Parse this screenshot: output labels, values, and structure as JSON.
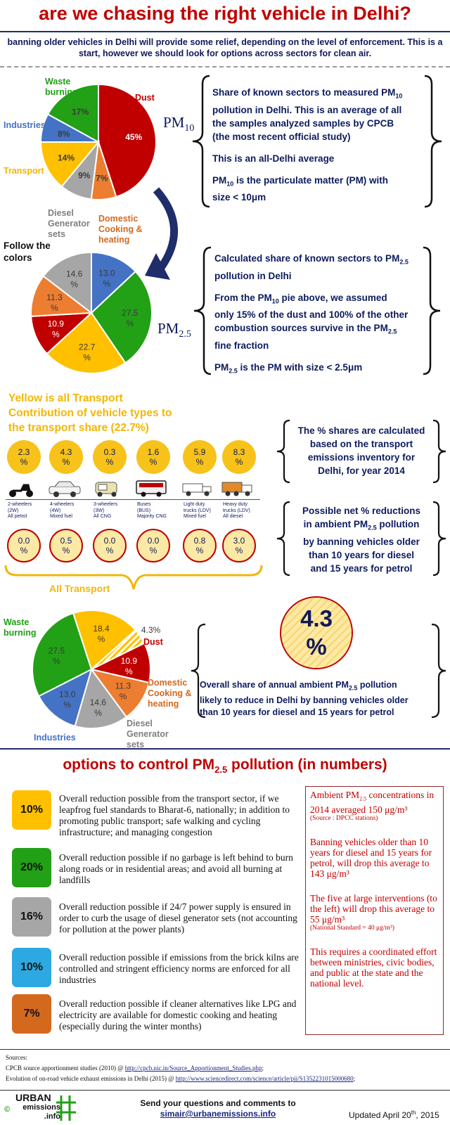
{
  "title": "are we chasing the right vehicle in Delhi?",
  "intro": "banning older vehicles in Delhi will provide some relief, depending on the level of enforcement. This is a start, however we should look for options across sectors for clean air.",
  "pie1": {
    "name": "PM",
    "sub": "10",
    "slices": [
      {
        "label": "Dust",
        "value": 45,
        "text": "45%",
        "color": "#c00000"
      },
      {
        "label": "Domestic Cooking & heating",
        "value": 7,
        "text": "7%",
        "color": "#ed7d31"
      },
      {
        "label": "Diesel Generator sets",
        "value": 9,
        "text": "9%",
        "color": "#a6a6a6"
      },
      {
        "label": "Transport",
        "value": 14,
        "text": "14%",
        "color": "#ffc000"
      },
      {
        "label": "Industries",
        "value": 8,
        "text": "8%",
        "color": "#4472c4"
      },
      {
        "label": "Waste burning",
        "value": 17,
        "text": "17%",
        "color": "#22a016"
      }
    ],
    "label_dust": "Dust",
    "label_domestic": [
      "Domestic",
      "Cooking &",
      "heating"
    ],
    "label_diesel": [
      "Diesel",
      "Generator",
      "sets"
    ],
    "label_transport": "Transport",
    "label_industries": "Industries",
    "label_waste": [
      "Waste",
      "burning"
    ]
  },
  "box1": {
    "l1a": "Share of known sectors to measured PM",
    "l1s": "10",
    "l2": "pollution in Delhi. This is an average of all",
    "l3": "the samples analyzed samples by CPCB",
    "l4": "(the most recent official study)",
    "l5": "This is an all-Delhi average",
    "l6a": "PM",
    "l6s": "10",
    "l6b": " is the particulate matter (PM) with",
    "l7": "size < 10μm"
  },
  "follow": [
    "Follow the",
    "colors"
  ],
  "pie2": {
    "name": "PM",
    "sub": "2.5",
    "slices": [
      {
        "value": 13.0,
        "text": "13.0 %",
        "color": "#4472c4"
      },
      {
        "value": 27.5,
        "text": "27.5 %",
        "color": "#22a016"
      },
      {
        "value": 22.7,
        "text": "22.7 %",
        "color": "#ffc000"
      },
      {
        "value": 10.9,
        "text": "10.9 %",
        "color": "#c00000"
      },
      {
        "value": 11.3,
        "text": "11.3 %",
        "color": "#ed7d31"
      },
      {
        "value": 14.6,
        "text": "14.6 %",
        "color": "#a6a6a6"
      }
    ]
  },
  "box2": {
    "l1a": "Calculated share of known sectors to PM",
    "l1s": "2.5",
    "l2": "pollution in Delhi",
    "l3": "From the PM",
    "l3s": "10",
    "l3b": " pie above, we assumed",
    "l4": "only 15% of the dust and 100% of the other",
    "l5a": "combustion sources survive in the PM",
    "l5s": "2.5",
    "l6": "fine fraction",
    "l7a": "PM",
    "l7s": "2.5",
    "l7b": " is the PM with size < 2.5μm"
  },
  "yellow_head": [
    "Yellow is all Transport",
    "Contribution of vehicle types to",
    "the transport share (22.7%)"
  ],
  "vehicles": [
    {
      "share": "2.3 %",
      "reduction": "0.0 %",
      "label": [
        "2-wheelers",
        "(2W)",
        "All petrol"
      ],
      "icon": "scooter-icon"
    },
    {
      "share": "4.3 %",
      "reduction": "0.5 %",
      "label": [
        "4-wheelers",
        "(4W)",
        "Mixed fuel"
      ],
      "icon": "car-icon"
    },
    {
      "share": "0.3 %",
      "reduction": "0.0 %",
      "label": [
        "3-wheelers",
        "(3W)",
        "All CNG"
      ],
      "icon": "auto-rickshaw-icon"
    },
    {
      "share": "1.6 %",
      "reduction": "0.0 %",
      "label": [
        "Buses",
        "(BUS)",
        "Majority CNG"
      ],
      "icon": "bus-icon"
    },
    {
      "share": "5.9 %",
      "reduction": "0.8 %",
      "label": [
        "Light duty",
        "trucks (LDV)",
        "Mixed fuel"
      ],
      "icon": "light-truck-icon"
    },
    {
      "share": "8.3 %",
      "reduction": "3.0 %",
      "label": [
        "Heavy duty",
        "trucks (LDV)",
        "All diesel"
      ],
      "icon": "heavy-truck-icon"
    }
  ],
  "box3": [
    "The % shares are calculated",
    "based on the transport",
    "emissions inventory for",
    "Delhi, for year 2014"
  ],
  "box4": {
    "l1": "Possible net % reductions",
    "l2a": "in ambient PM",
    "l2s": "2.5",
    "l2b": " pollution",
    "l3": "by banning vehicles older",
    "l4": "than 10 years for diesel",
    "l5": "and 15 years for petrol"
  },
  "all_transport": "All Transport",
  "pie3": {
    "slices": [
      {
        "value": 18.4,
        "text": "18.4 %",
        "color": "#ffc000"
      },
      {
        "value": 4.3,
        "text": "4.3%",
        "color": "#ffc000",
        "hatch": true
      },
      {
        "value": 10.9,
        "text": "10.9 %",
        "color": "#c00000"
      },
      {
        "value": 11.3,
        "text": "11.3 %",
        "color": "#ed7d31"
      },
      {
        "value": 14.6,
        "text": "14.6 %",
        "color": "#a6a6a6"
      },
      {
        "value": 13.0,
        "text": "13.0 %",
        "color": "#4472c4"
      },
      {
        "value": 27.5,
        "text": "27.5 %",
        "color": "#22a016"
      }
    ],
    "label_waste": [
      "Waste",
      "burning"
    ],
    "label_dust": "Dust",
    "label_domestic": [
      "Domestic",
      "Cooking &",
      "heating"
    ],
    "label_diesel": [
      "Diesel",
      "Generator",
      "sets"
    ],
    "label_industries": "Industries"
  },
  "big_circle": [
    "4.3",
    "%"
  ],
  "box5": {
    "l1a": "Overall share of annual ambient PM",
    "l1s": "2.5",
    "l1b": " pollution",
    "l2": "likely to reduce in Delhi by banning vehicles older",
    "l3": "than 10 years for diesel and 15 years for petrol"
  },
  "options": {
    "title_a": "options to control PM",
    "title_s": "2.5",
    "title_b": " pollution (in numbers)",
    "items": [
      {
        "pct": "10%",
        "color": "#ffc000",
        "text": "Overall reduction possible from the transport sector, if we leapfrog fuel standards to Bharat-6, nationally; in addition to promoting public transport; safe walking and cycling infrastructure; and managing congestion"
      },
      {
        "pct": "20%",
        "color": "#22a016",
        "text": "Overall reduction possible if no garbage is left behind to burn along roads or in residential areas; and avoid all burning at landfills"
      },
      {
        "pct": "16%",
        "color": "#a6a6a6",
        "text": "Overall reduction possible if 24/7 power supply is ensured in order to curb the usage of diesel generator sets (not accounting for pollution at the power plants)"
      },
      {
        "pct": "10%",
        "color": "#2ea8e0",
        "text": "Overall reduction possible if emissions from the brick kilns are controlled and stringent efficiency norms are enforced for all industries"
      },
      {
        "pct": "7%",
        "color": "#d4691e",
        "text": "Overall reduction possible if cleaner alternatives like LPG and electricity are available for domestic cooking and heating (especially during the winter months)"
      }
    ]
  },
  "sidebar": {
    "p1a": "Ambient PM",
    "p1s": "2.5",
    "p1b": " concentrations in 2014 averaged 150 μg/m³",
    "p1small": "(Source : DPCC stations)",
    "p2": "Banning vehicles older than 10 years for diesel and 15 years for petrol, will drop this average to 143 μg/m³",
    "p3": "The five at large interventions (to the left) will drop this average to 55 μg/m³",
    "p3small": "(National Standard = 40 μg/m³)",
    "p4": "This requires a coordinated effort between ministries, civic bodies, and public at the state and the national level."
  },
  "sources": {
    "head": "Sources:",
    "s1a": "CPCB source apportionment studies (2010) @ ",
    "s1u": "http://cpcb.nic.in/Source_Apportionment_Studies.php",
    "s1b": ";",
    "s2a": "Evolution of on-road vehicle exhaust emissions in Delhi (2015) @ ",
    "s2u": "http://www.sciencedirect.com/science/article/pii/S1352231015000680",
    "s2b": ";"
  },
  "footer": {
    "copyright": "©",
    "logo1": "URBAN",
    "logo2": "emissions",
    "logo3": ".info",
    "contact": "Send your questions and comments to",
    "email": "simair@urbanemissions.info",
    "updated_a": "Updated April 20",
    "updated_s": "th",
    "updated_b": ", 2015"
  },
  "colors": {
    "red": "#c00000",
    "navy": "#0d1b5e",
    "yellow": "#f7c21a"
  }
}
